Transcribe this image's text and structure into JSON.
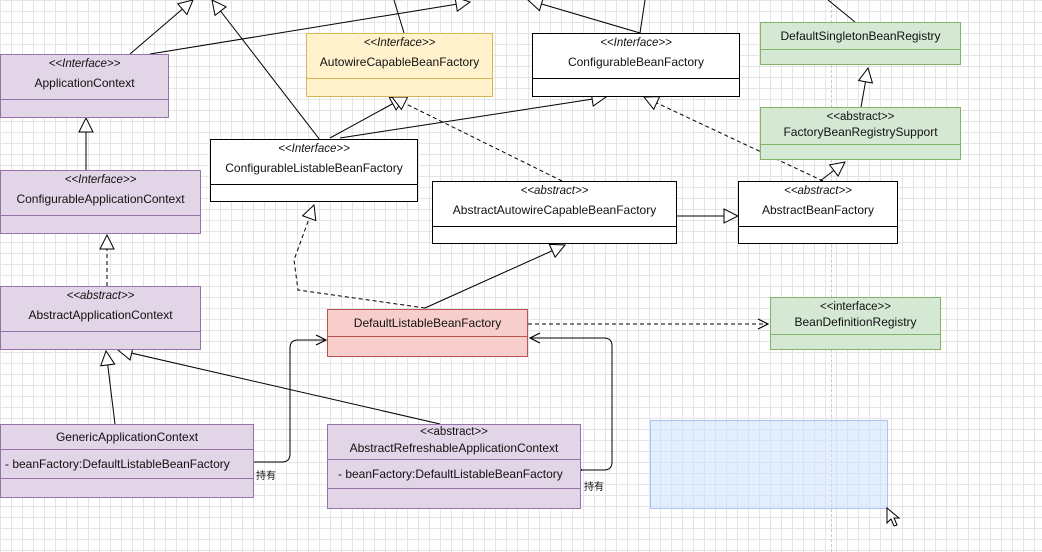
{
  "classes": {
    "application_context": {
      "stereotype": "<<Interface>>",
      "name": "ApplicationContext"
    },
    "autowire_capable_bean_factory": {
      "stereotype": "<<Interface>>",
      "name": "AutowireCapableBeanFactory"
    },
    "configurable_bean_factory": {
      "stereotype": "<<Interface>>",
      "name": "ConfigurableBeanFactory"
    },
    "default_singleton_bean_registry": {
      "name": "DefaultSingletonBeanRegistry"
    },
    "factory_bean_registry_support": {
      "stereotype": "<<abstract>>",
      "name": "FactoryBeanRegistrySupport"
    },
    "configurable_listable_bean_factory": {
      "stereotype": "<<Interface>>",
      "name": "ConfigurableListableBeanFactory"
    },
    "configurable_application_context": {
      "stereotype": "<<Interface>>",
      "name": "ConfigurableApplicationContext"
    },
    "abstract_autowire_capable_bean_factory": {
      "stereotype": "<<abstract>>",
      "name": "AbstractAutowireCapableBeanFactory"
    },
    "abstract_bean_factory": {
      "stereotype": "<<abstract>>",
      "name": "AbstractBeanFactory"
    },
    "abstract_application_context": {
      "stereotype": "<<abstract>>",
      "name": "AbstractApplicationContext"
    },
    "default_listable_bean_factory": {
      "name": "DefaultListableBeanFactory"
    },
    "bean_definition_registry": {
      "stereotype": "<<interface>>",
      "name": "BeanDefinitionRegistry"
    },
    "generic_application_context": {
      "name": "GenericApplicationContext",
      "attribute": "- beanFactory:DefaultListableBeanFactory"
    },
    "abstract_refreshable_application_context": {
      "stereotype": "<<abstract>>",
      "name": "AbstractRefreshableApplicationContext",
      "attribute": "- beanFactory:DefaultListableBeanFactory"
    }
  },
  "relations": {
    "holds_label_1": "持有",
    "holds_label_2": "持有"
  },
  "colors": {
    "purple_fill": "#e1d5e7",
    "yellow_fill": "#fff2cc",
    "green_fill": "#d5e8d4",
    "red_fill": "#f8cecc",
    "selection_fill": "#cce0ff"
  }
}
